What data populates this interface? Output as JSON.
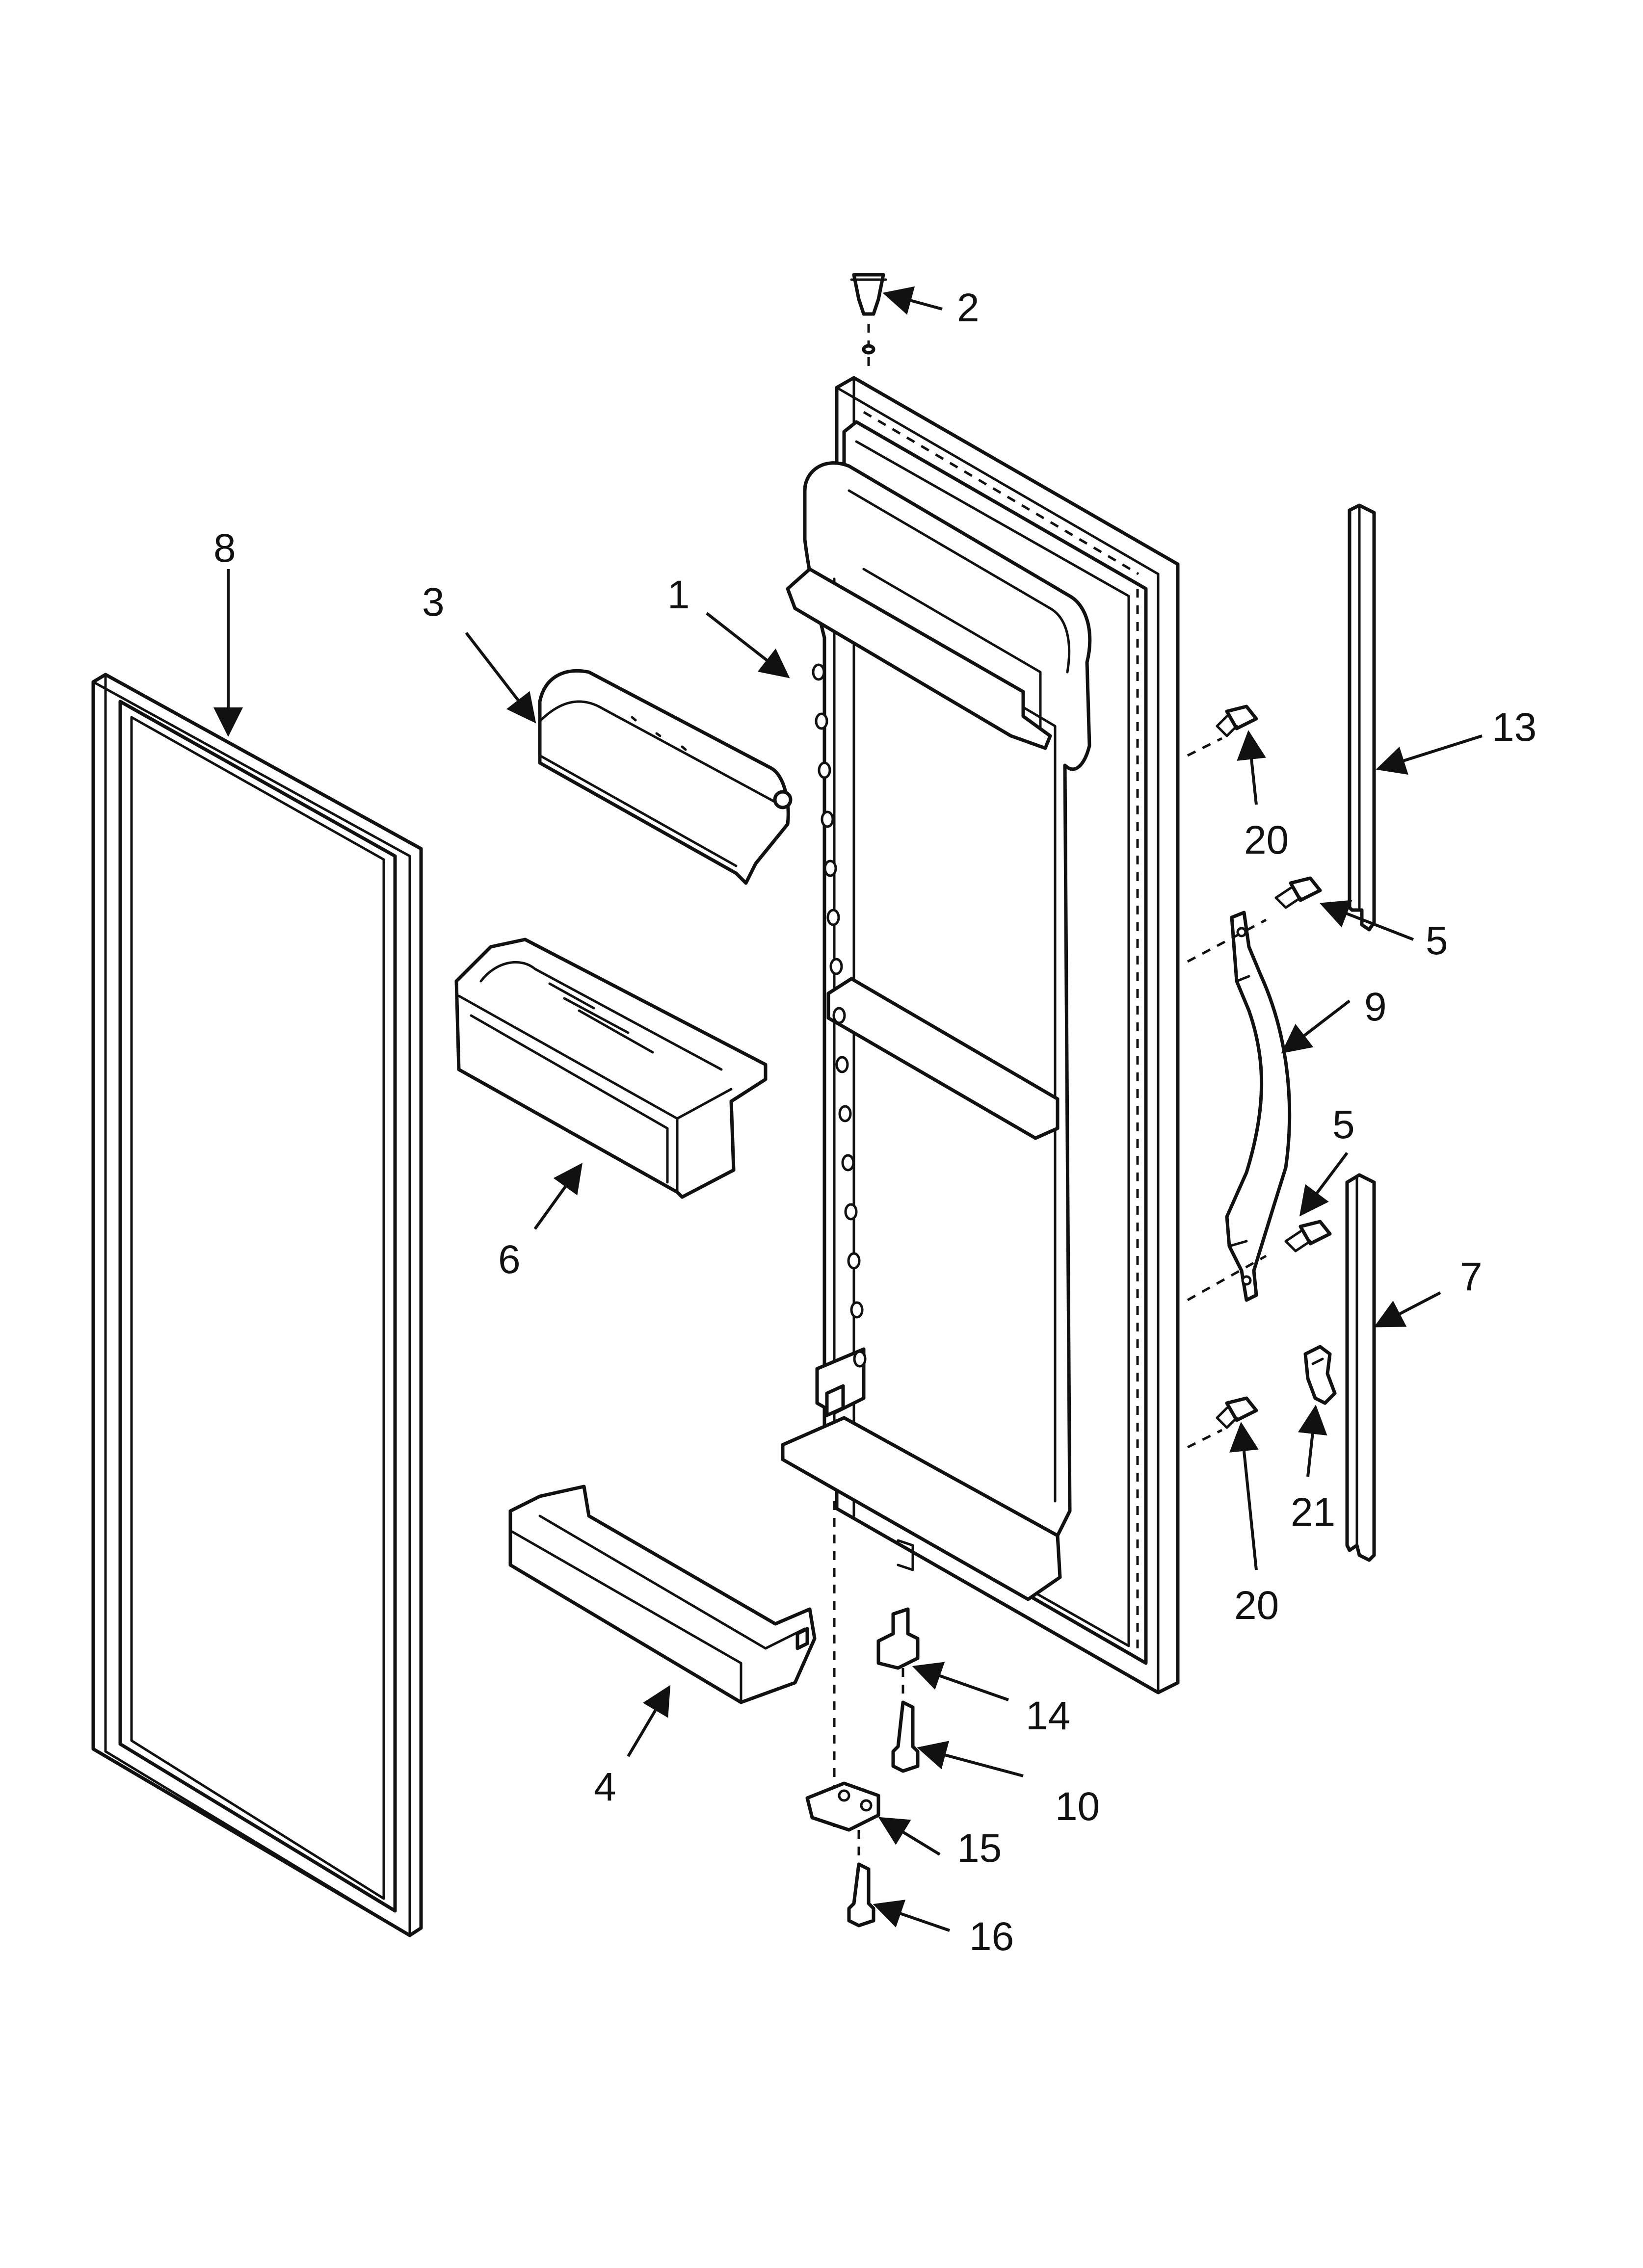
{
  "diagram": {
    "background": "#ffffff",
    "line_color": "#111111",
    "parts": [
      {
        "id": "door-liner",
        "label": "1"
      },
      {
        "id": "door-stop-plug",
        "label": "2"
      },
      {
        "id": "dairy-door",
        "label": "3"
      },
      {
        "id": "bottom-shelf",
        "label": "4"
      },
      {
        "id": "handle-screw-upper",
        "label": "5"
      },
      {
        "id": "handle-screw-lower",
        "label": "5"
      },
      {
        "id": "door-bin",
        "label": "6"
      },
      {
        "id": "trim-lower",
        "label": "7"
      },
      {
        "id": "door-gasket",
        "label": "8"
      },
      {
        "id": "door-handle",
        "label": "9"
      },
      {
        "id": "hinge-screw",
        "label": "10"
      },
      {
        "id": "trim-upper",
        "label": "13"
      },
      {
        "id": "hinge-pin",
        "label": "14"
      },
      {
        "id": "hinge-screw-bottom",
        "label": "15"
      },
      {
        "id": "hinge-bracket",
        "label": "16"
      },
      {
        "id": "trim-screw-upper",
        "label": "20"
      },
      {
        "id": "trim-screw-lower",
        "label": "20"
      },
      {
        "id": "trim-clip",
        "label": "21"
      }
    ]
  }
}
